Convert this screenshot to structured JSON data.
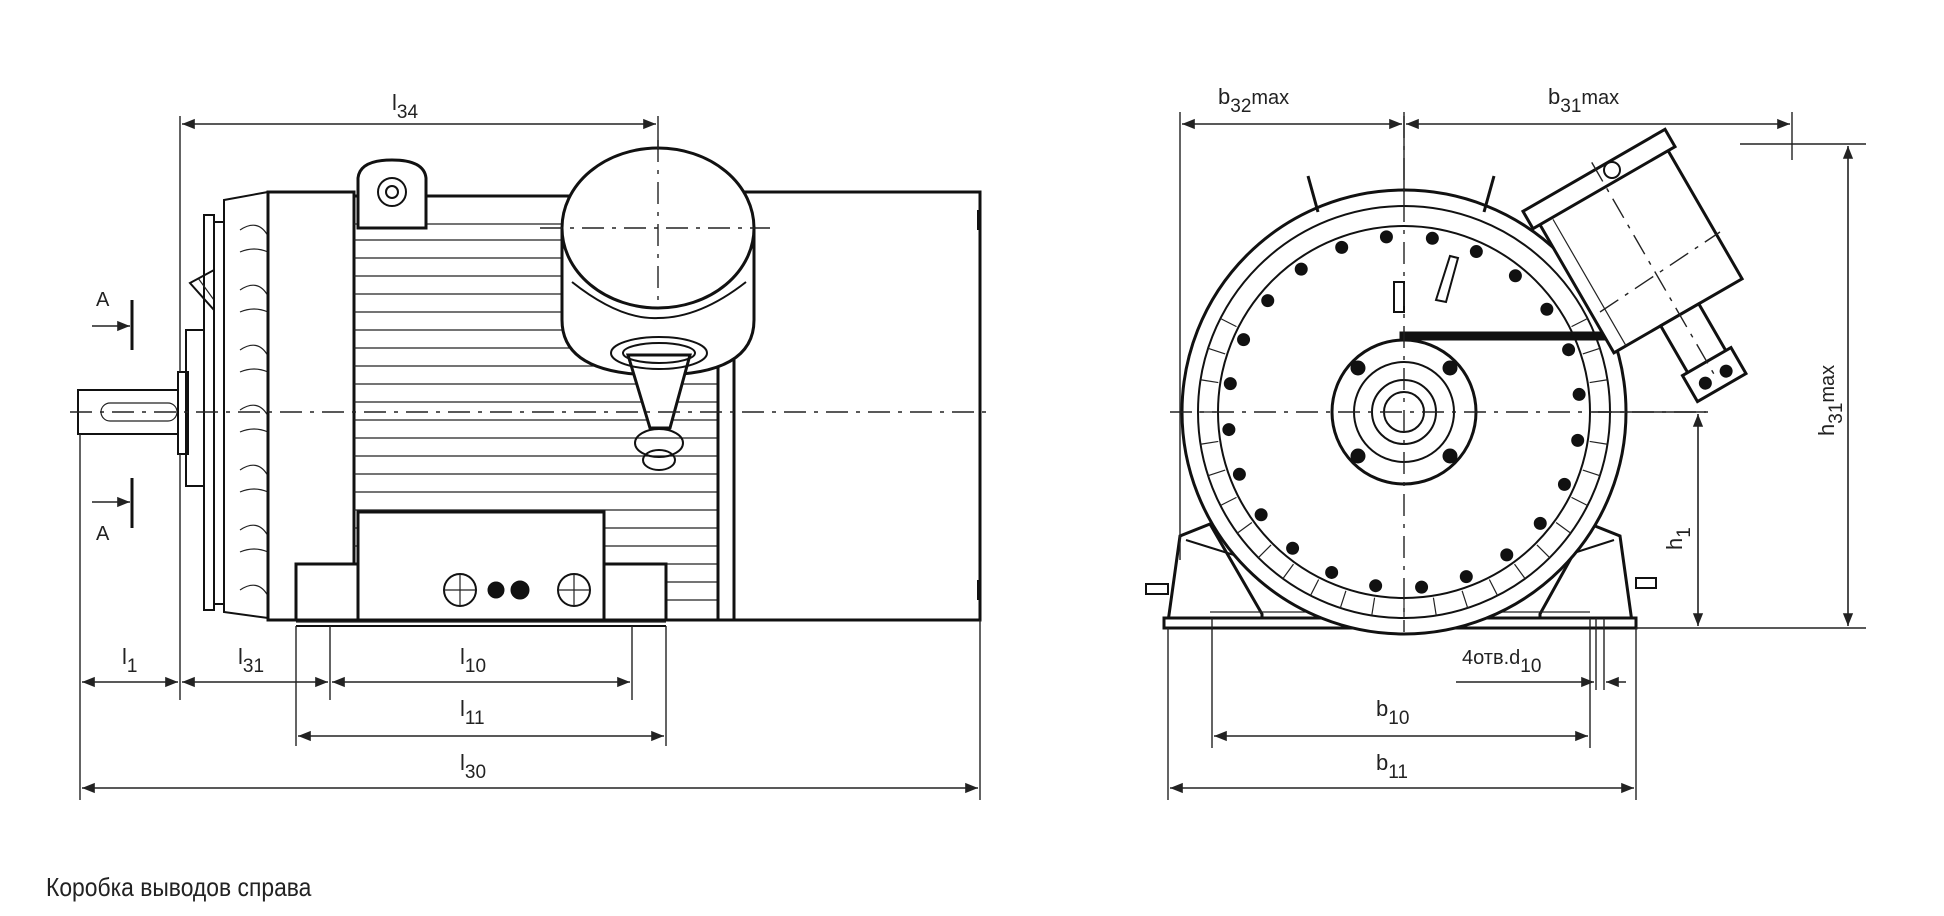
{
  "caption": "Коробка выводов справа",
  "labels": {
    "l34": {
      "base": "l",
      "sub": "34"
    },
    "l1": {
      "base": "l",
      "sub": "1"
    },
    "l31": {
      "base": "l",
      "sub": "31"
    },
    "l10": {
      "base": "l",
      "sub": "10"
    },
    "l11": {
      "base": "l",
      "sub": "11"
    },
    "l30": {
      "base": "l",
      "sub": "30"
    },
    "b32": {
      "base": "b",
      "sub": "32",
      "suffix": "max"
    },
    "b31": {
      "base": "b",
      "sub": "31",
      "suffix": "max"
    },
    "h31": {
      "base": "h",
      "sub": "31",
      "suffix": "max"
    },
    "h1": {
      "base": "h",
      "sub": "1"
    },
    "d10": {
      "base": "4отв.d",
      "sub": "10"
    },
    "b10": {
      "base": "b",
      "sub": "10"
    },
    "b11": {
      "base": "b",
      "sub": "11"
    },
    "section_a_top": "A",
    "section_a_bottom": "A"
  }
}
